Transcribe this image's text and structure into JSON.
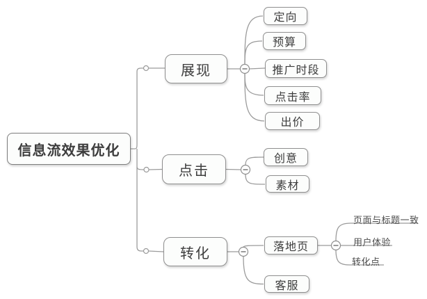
{
  "root": {
    "label": "信息流效果优化"
  },
  "branches": [
    {
      "label": "展现",
      "children": [
        {
          "label": "定向"
        },
        {
          "label": "预算"
        },
        {
          "label": "推广时段"
        },
        {
          "label": "点击率"
        },
        {
          "label": "出价"
        }
      ]
    },
    {
      "label": "点击",
      "children": [
        {
          "label": "创意"
        },
        {
          "label": "素材"
        }
      ]
    },
    {
      "label": "转化",
      "children": [
        {
          "label": "落地页",
          "children": [
            {
              "label": "页面与标题一致"
            },
            {
              "label": "用户体验"
            },
            {
              "label": "转化点"
            }
          ]
        },
        {
          "label": "客服"
        }
      ]
    }
  ],
  "colors": {
    "background": "#ffffff",
    "line": "#9b9b9b",
    "node_border": "#8f8f8f",
    "node_fill": "#fcfdfc",
    "text": "#3c3c3c"
  }
}
